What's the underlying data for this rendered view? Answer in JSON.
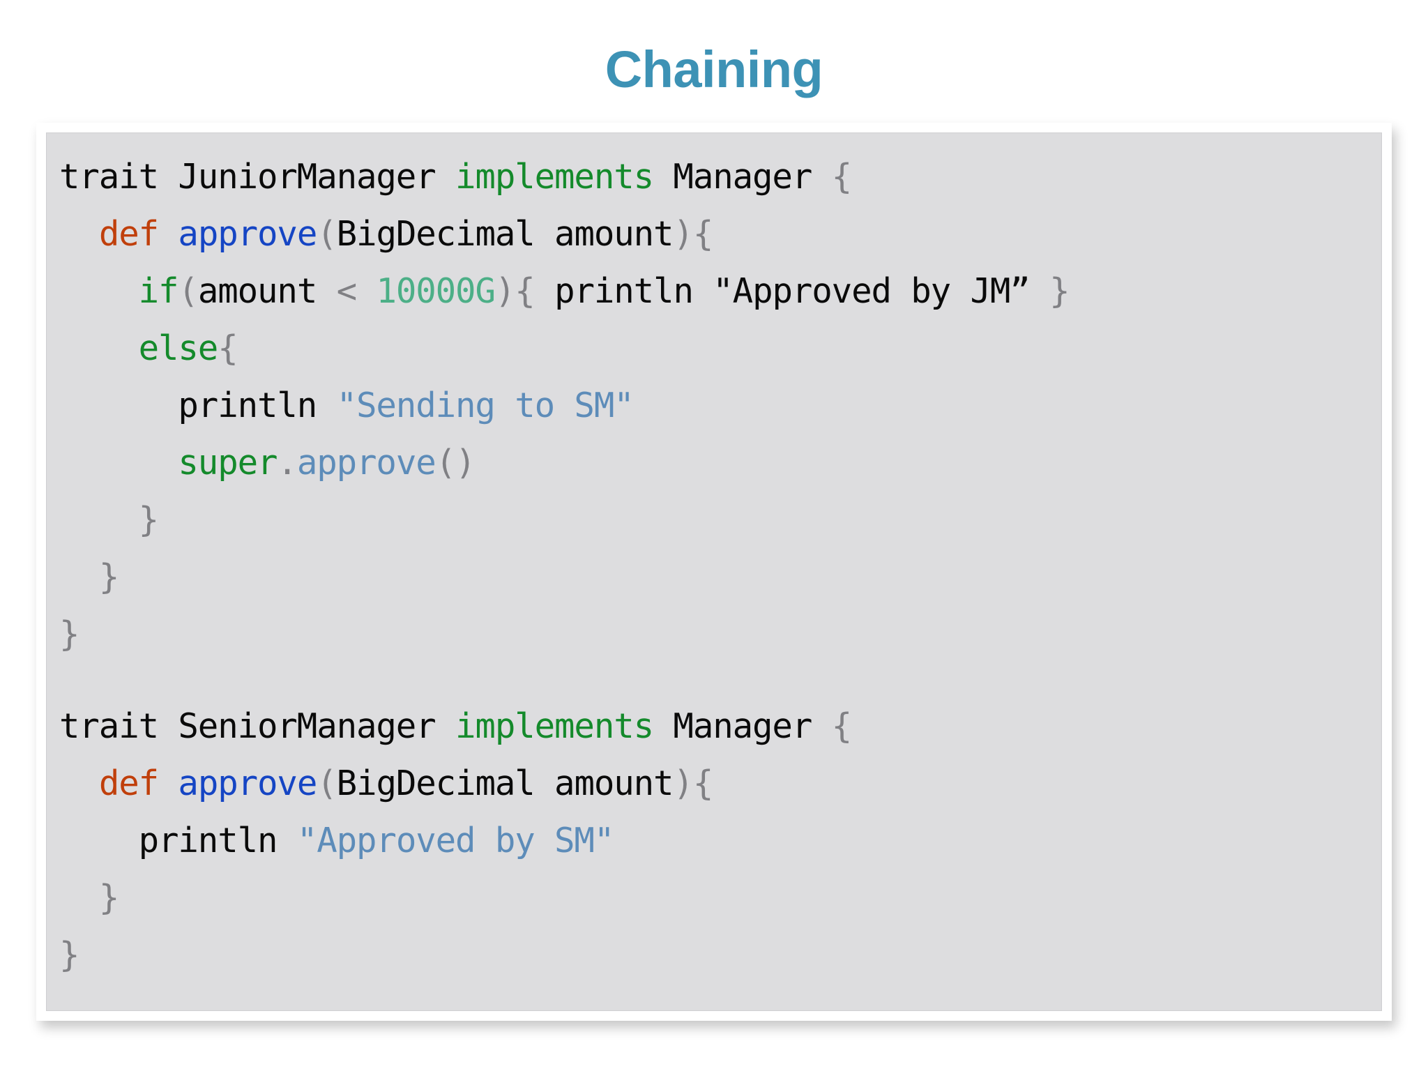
{
  "slide": {
    "title": "Chaining",
    "title_color": "#3d92b5",
    "background_color": "#ffffff"
  },
  "code_panel": {
    "frame_color": "#ffffff",
    "surface_color": "#dddddf",
    "language": "Groovy",
    "colors": {
      "plain": "#0a0a0a",
      "keyword": "#148a2b",
      "def_keyword": "#c03f0b",
      "method_name": "#1545c4",
      "method_call": "#5d8cb9",
      "string": "#5d8cb9",
      "string_black": "#0a0a0a",
      "number": "#4caf87",
      "punctuation": "#808084"
    },
    "lines": [
      {
        "id": "line-1",
        "tokens": [
          {
            "t": "trait JuniorManager ",
            "c": "plain"
          },
          {
            "t": "implements",
            "c": "keyword"
          },
          {
            "t": " Manager ",
            "c": "plain"
          },
          {
            "t": "{",
            "c": "punct"
          }
        ]
      },
      {
        "id": "line-2",
        "tokens": [
          {
            "t": "  ",
            "c": "plain"
          },
          {
            "t": "def",
            "c": "def"
          },
          {
            "t": " ",
            "c": "plain"
          },
          {
            "t": "approve",
            "c": "method"
          },
          {
            "t": "(",
            "c": "punct"
          },
          {
            "t": "BigDecimal amount",
            "c": "plain"
          },
          {
            "t": ")",
            "c": "punct"
          },
          {
            "t": "{",
            "c": "punct"
          }
        ]
      },
      {
        "id": "line-3",
        "tokens": [
          {
            "t": "    ",
            "c": "plain"
          },
          {
            "t": "if",
            "c": "keyword"
          },
          {
            "t": "(",
            "c": "punct"
          },
          {
            "t": "amount ",
            "c": "plain"
          },
          {
            "t": "<",
            "c": "punct"
          },
          {
            "t": " ",
            "c": "plain"
          },
          {
            "t": "10000G",
            "c": "number"
          },
          {
            "t": ")",
            "c": "punct"
          },
          {
            "t": "{",
            "c": "punct"
          },
          {
            "t": " println ",
            "c": "plain"
          },
          {
            "t": "\"Approved by JM”",
            "c": "strblack"
          },
          {
            "t": " ",
            "c": "plain"
          },
          {
            "t": "}",
            "c": "punct"
          }
        ]
      },
      {
        "id": "line-4",
        "tokens": [
          {
            "t": "    ",
            "c": "plain"
          },
          {
            "t": "else",
            "c": "keyword"
          },
          {
            "t": "{",
            "c": "punct"
          }
        ]
      },
      {
        "id": "line-5",
        "tokens": [
          {
            "t": "      println ",
            "c": "plain"
          },
          {
            "t": "\"Sending to SM\"",
            "c": "string"
          }
        ]
      },
      {
        "id": "line-6",
        "tokens": [
          {
            "t": "      ",
            "c": "plain"
          },
          {
            "t": "super",
            "c": "keyword"
          },
          {
            "t": ".",
            "c": "punct"
          },
          {
            "t": "approve",
            "c": "call"
          },
          {
            "t": "()",
            "c": "punct"
          }
        ]
      },
      {
        "id": "line-7",
        "tokens": [
          {
            "t": "    ",
            "c": "plain"
          },
          {
            "t": "}",
            "c": "punct"
          }
        ]
      },
      {
        "id": "line-8",
        "tokens": [
          {
            "t": "  ",
            "c": "plain"
          },
          {
            "t": "}",
            "c": "punct"
          }
        ]
      },
      {
        "id": "line-9",
        "tokens": [
          {
            "t": "}",
            "c": "punct"
          }
        ]
      },
      {
        "id": "line-10",
        "blank": true,
        "tokens": []
      },
      {
        "id": "line-11",
        "tokens": [
          {
            "t": "trait SeniorManager ",
            "c": "plain"
          },
          {
            "t": "implements",
            "c": "keyword"
          },
          {
            "t": " Manager ",
            "c": "plain"
          },
          {
            "t": "{",
            "c": "punct"
          }
        ]
      },
      {
        "id": "line-12",
        "tokens": [
          {
            "t": "  ",
            "c": "plain"
          },
          {
            "t": "def",
            "c": "def"
          },
          {
            "t": " ",
            "c": "plain"
          },
          {
            "t": "approve",
            "c": "method"
          },
          {
            "t": "(",
            "c": "punct"
          },
          {
            "t": "BigDecimal amount",
            "c": "plain"
          },
          {
            "t": ")",
            "c": "punct"
          },
          {
            "t": "{",
            "c": "punct"
          }
        ]
      },
      {
        "id": "line-13",
        "tokens": [
          {
            "t": "    println ",
            "c": "plain"
          },
          {
            "t": "\"Approved by SM\"",
            "c": "string"
          }
        ]
      },
      {
        "id": "line-14",
        "tokens": [
          {
            "t": "  ",
            "c": "plain"
          },
          {
            "t": "}",
            "c": "punct"
          }
        ]
      },
      {
        "id": "line-15",
        "tokens": [
          {
            "t": "}",
            "c": "punct"
          }
        ]
      }
    ]
  }
}
